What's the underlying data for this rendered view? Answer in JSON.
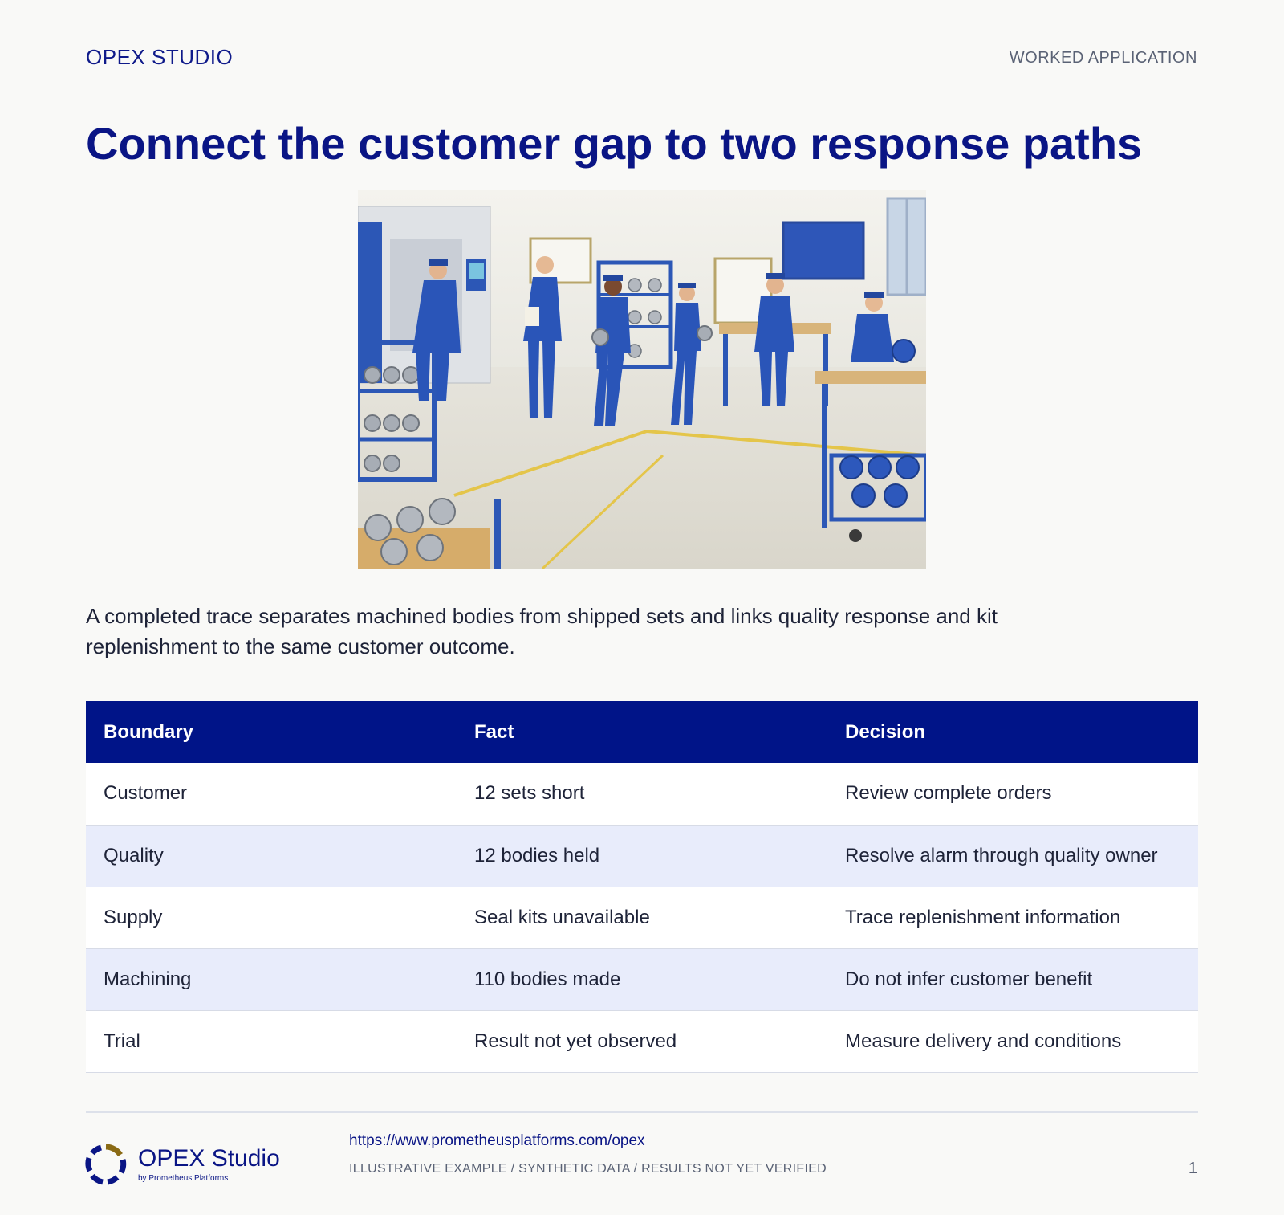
{
  "header": {
    "brand": "OPEX STUDIO",
    "section": "WORKED APPLICATION"
  },
  "title": "Connect the customer gap to two response paths",
  "hero_image": {
    "icon": "factory-workers-illustration"
  },
  "lede": "A completed trace separates machined bodies from shipped sets and links quality response and kit replenishment to the same customer outcome.",
  "table": {
    "headers": [
      "Boundary",
      "Fact",
      "Decision"
    ],
    "rows": [
      [
        "Customer",
        "12 sets short",
        "Review complete orders"
      ],
      [
        "Quality",
        "12 bodies held",
        "Resolve alarm through quality owner"
      ],
      [
        "Supply",
        "Seal kits unavailable",
        "Trace replenishment information"
      ],
      [
        "Machining",
        "110 bodies made",
        "Do not infer customer benefit"
      ],
      [
        "Trial",
        "Result not yet observed",
        "Measure delivery and conditions"
      ]
    ]
  },
  "footer": {
    "logo_name": "OPEX Studio",
    "logo_sub": "by Prometheus Platforms",
    "url": "https://www.prometheusplatforms.com/opex",
    "note": "ILLUSTRATIVE EXAMPLE / SYNTHETIC DATA / RESULTS NOT YET VERIFIED",
    "page": "1"
  },
  "colors": {
    "brand_navy": "#0a1585",
    "header_fill": "#001488",
    "alt_row": "#e8ecfb",
    "logo_gold": "#8a6a14"
  }
}
